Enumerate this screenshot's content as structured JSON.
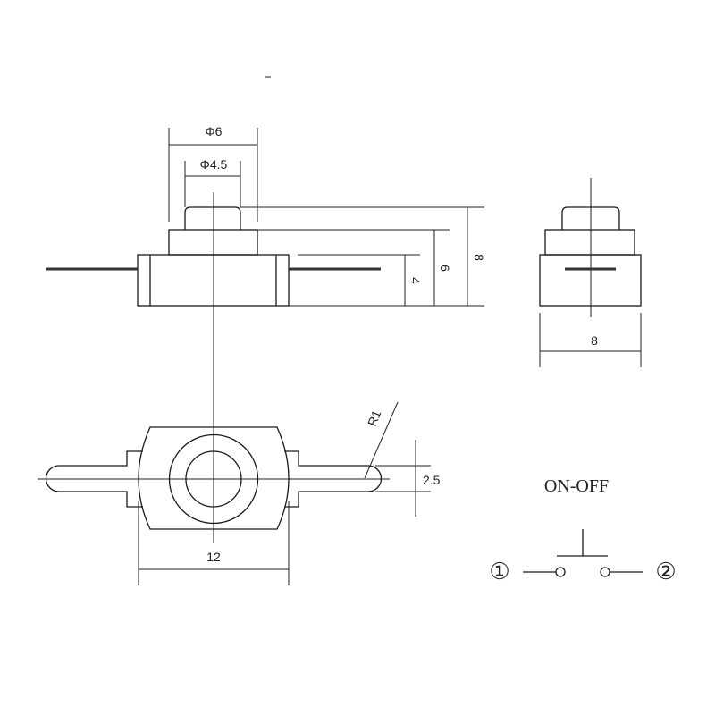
{
  "drawing": {
    "front_view": {
      "dim_outer_diameter": "Φ6",
      "dim_cap_diameter": "Φ4.5",
      "dim_body_height": "4",
      "dim_mid_height": "6",
      "dim_total_height": "8"
    },
    "side_view": {
      "dim_width": "8"
    },
    "bottom_view": {
      "dim_length": "12",
      "dim_pin_width": "2.5",
      "dim_radius": "R1"
    },
    "schematic": {
      "title": "ON-OFF",
      "terminal_1": "①",
      "terminal_2": "②"
    }
  },
  "colors": {
    "line": "#1a1a1a",
    "background": "#ffffff"
  }
}
